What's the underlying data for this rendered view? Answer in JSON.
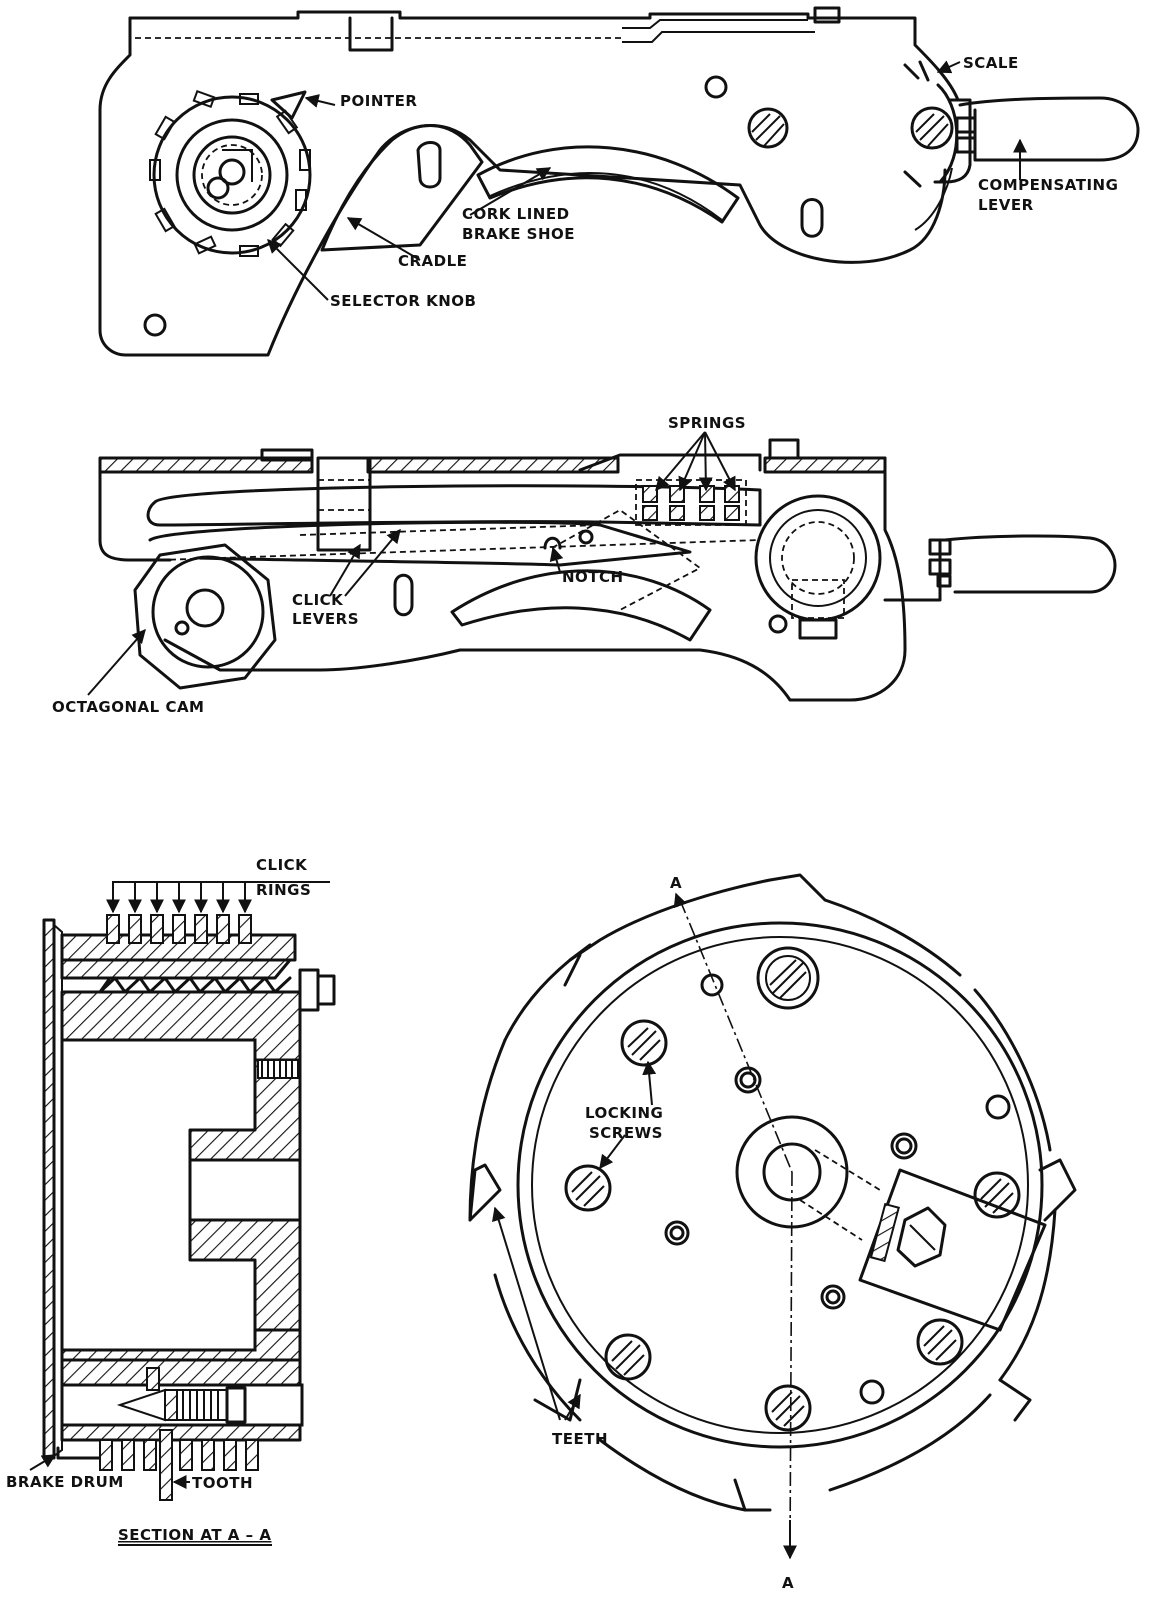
{
  "labels": {
    "pointer": "POINTER",
    "scale": "SCALE",
    "compensating_1": "COMPENSATING",
    "compensating_2": "LEVER",
    "cork_1": "CORK LINED",
    "cork_2": "BRAKE SHOE",
    "cradle": "CRADLE",
    "selector_knob": "SELECTOR KNOB",
    "springs": "SPRINGS",
    "notch": "NOTCH",
    "click_levers_1": "CLICK",
    "click_levers_2": "LEVERS",
    "octagonal_cam": "OCTAGONAL CAM",
    "click_rings_1": "CLICK",
    "click_rings_2": "RINGS",
    "locking_1": "LOCKING",
    "locking_2": "SCREWS",
    "teeth": "TEETH",
    "brake_drum": "BRAKE DRUM",
    "tooth": "TOOTH",
    "section": "SECTION AT A – A",
    "section_a_top": "A",
    "section_a_bottom": "A"
  }
}
